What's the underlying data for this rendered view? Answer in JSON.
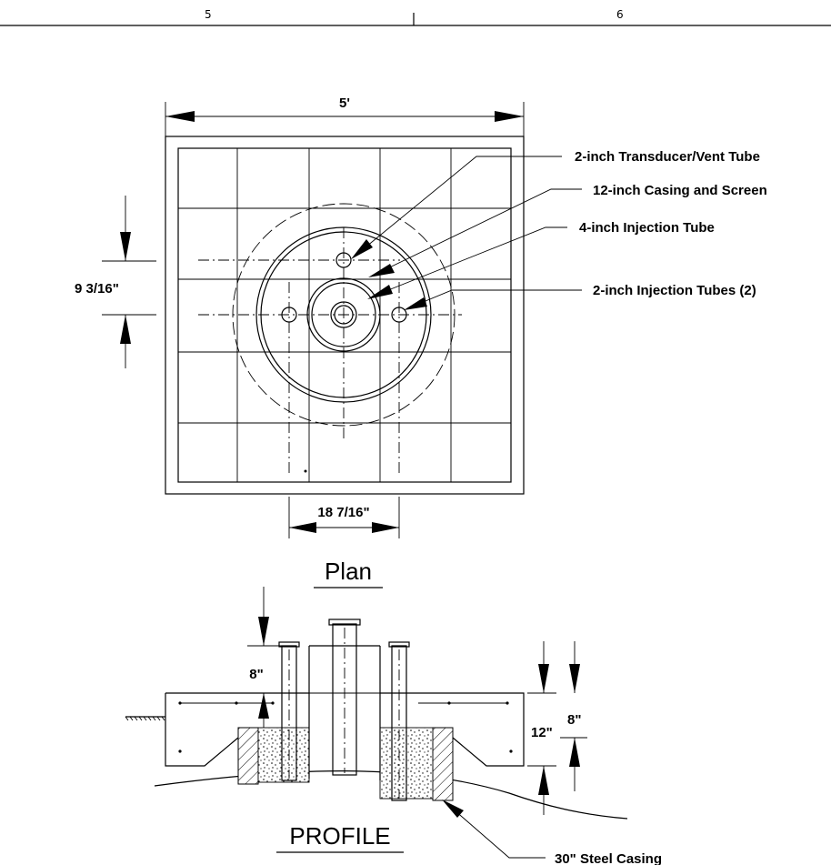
{
  "border": {
    "zone_left": "5",
    "zone_right": "6"
  },
  "plan": {
    "title": "Plan",
    "dim_width": "5'",
    "dim_vertical": "9 3/16\"",
    "dim_horizontal": "18 7/16\""
  },
  "callouts": {
    "transducer": "2-inch Transducer/Vent Tube",
    "casing": "12-inch Casing and Screen",
    "injection4": "4-inch Injection Tube",
    "injection2": "2-inch Injection Tubes (2)"
  },
  "profile": {
    "title": "PROFILE",
    "dim_8_left": "8\"",
    "dim_12": "12\"",
    "dim_8_right": "8\"",
    "steel_casing": "30\" Steel Casing"
  },
  "colors": {
    "ink": "#000000",
    "background": "#ffffff"
  }
}
